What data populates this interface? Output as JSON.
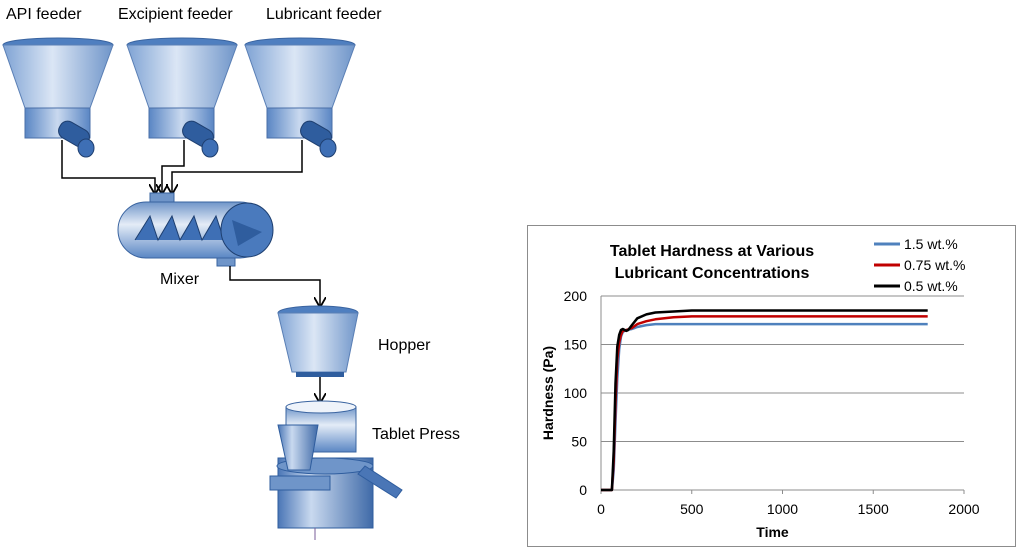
{
  "diagram": {
    "feeders": [
      "API feeder",
      "Excipient feeder",
      "Lubricant feeder"
    ],
    "mixer_label": "Mixer",
    "hopper_label": "Hopper",
    "press_label": "Tablet Press"
  },
  "chart_data": {
    "type": "line",
    "title_lines": [
      "Tablet Hardness at Various",
      "Lubricant Concentrations"
    ],
    "xlabel": "Time",
    "ylabel": "Hardness (Pa)",
    "xlim": [
      0,
      2000
    ],
    "ylim": [
      0,
      200
    ],
    "xticks": [
      0,
      500,
      1000,
      1500,
      2000
    ],
    "yticks": [
      0,
      50,
      100,
      150,
      200
    ],
    "grid": "horizontal",
    "legend_position": "top-right",
    "series": [
      {
        "name": "1.5 wt.%",
        "color": "#4f81bd",
        "x": [
          0,
          60,
          70,
          80,
          90,
          100,
          110,
          120,
          140,
          170,
          200,
          250,
          300,
          500,
          1000,
          1500,
          1800
        ],
        "y": [
          0,
          0,
          20,
          70,
          115,
          145,
          158,
          163,
          165,
          166,
          168,
          170,
          171,
          171,
          171,
          171,
          171
        ]
      },
      {
        "name": "0.75 wt.%",
        "color": "#c00000",
        "x": [
          0,
          60,
          70,
          80,
          90,
          100,
          110,
          120,
          140,
          170,
          200,
          250,
          300,
          400,
          500,
          700,
          1000,
          1500,
          1800
        ],
        "y": [
          0,
          0,
          30,
          90,
          135,
          152,
          160,
          164,
          165,
          167,
          171,
          174,
          176,
          178,
          179,
          179,
          179,
          179,
          179
        ]
      },
      {
        "name": "0.5 wt.%",
        "color": "#000000",
        "x": [
          0,
          60,
          70,
          80,
          90,
          100,
          110,
          120,
          130,
          140,
          150,
          170,
          200,
          250,
          300,
          400,
          500,
          700,
          1000,
          1500,
          1800
        ],
        "y": [
          0,
          0,
          40,
          110,
          148,
          160,
          165,
          166,
          165,
          164,
          165,
          170,
          177,
          181,
          183,
          184,
          185,
          185,
          185,
          185,
          185
        ]
      }
    ]
  }
}
